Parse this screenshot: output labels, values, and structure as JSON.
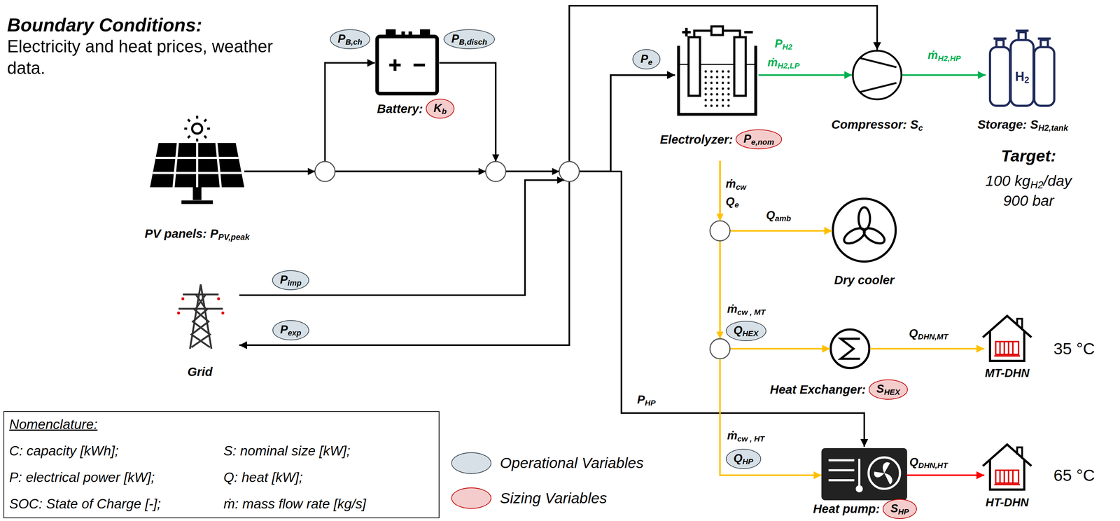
{
  "diagram": {
    "nodes": [
      {
        "text": [
          "PV panels: PPV,peak"
        ]
      },
      {
        "text": [
          "PB,ch"
        ]
      },
      {
        "text": [
          "Battery:"
        ]
      },
      {
        "text": [
          "Kb"
        ]
      },
      {
        "text": [
          "PB,disch"
        ]
      },
      {
        "text": [
          "Pe"
        ]
      },
      {
        "text": [
          "Electrolyzer:"
        ]
      },
      {
        "text": [
          "Pe,nom"
        ]
      },
      {
        "text": [
          "Compressor: Sc"
        ]
      },
      {
        "text": [
          "Storage: SH2,tank"
        ]
      },
      {
        "text": [
          "Pimp"
        ]
      },
      {
        "text": [
          "Pexp"
        ]
      },
      {
        "text": [
          "Grid"
        ]
      },
      {
        "text": [
          "Dry cooler"
        ]
      },
      {
        "text": [
          "QHEX"
        ]
      },
      {
        "text": [
          "Heat Exchanger:"
        ]
      },
      {
        "text": [
          "SHEX"
        ]
      },
      {
        "text": [
          "MT-DHN"
        ]
      },
      {
        "text": [
          "QHP"
        ]
      },
      {
        "text": [
          "Heat pump:"
        ]
      },
      {
        "text": [
          "SHP"
        ]
      },
      {
        "text": [
          "HT-DHN"
        ]
      },
      {
        "text": [
          "Nomenclature:",
          "C: capacity [kWh];",
          "S: nominal size [kW];",
          "P: electrical power [kW];",
          "Q: heat [kW];",
          "SOC: State of Charge [-];",
          "ṁ: mass flow rate [kg/s]"
        ]
      }
    ],
    "edges": [
      {
        "from": 0,
        "to": 2,
        "arrow": "to"
      },
      {
        "from": 0,
        "to": 6,
        "arrow": "to"
      },
      {
        "from": 2,
        "to": 6,
        "arrow": "to"
      },
      {
        "from": 12,
        "to": 6,
        "arrow": "to"
      },
      {
        "from": 0,
        "to": 12,
        "arrow": "to"
      },
      {
        "from": 0,
        "to": 8,
        "arrow": "to"
      },
      {
        "from": 0,
        "to": 19,
        "arrow": "to"
      },
      {
        "from": 6,
        "to": 8,
        "arrow": "to"
      },
      {
        "from": 8,
        "to": 9,
        "arrow": "to"
      },
      {
        "from": 6,
        "to": 13,
        "arrow": "to"
      },
      {
        "from": 6,
        "to": 15,
        "arrow": "to"
      },
      {
        "from": 6,
        "to": 19,
        "arrow": "to"
      },
      {
        "from": 15,
        "to": 17,
        "arrow": "to"
      },
      {
        "from": 19,
        "to": 21,
        "arrow": "to"
      }
    ],
    "labels": [
      "Boundary Conditions:",
      "Electricity and heat prices, weather data.",
      "PH2",
      "ṁH2,LP",
      "ṁH2,HP",
      "H2",
      "Target:",
      "100 kgH2/day",
      "900 bar",
      "ṁcw",
      "Qe",
      "Qamb",
      "ṁcw , MT",
      "QDHN,MT",
      "35 °C",
      "PHP",
      "ṁcw , HT",
      "QDHN,HT",
      "65 °C"
    ],
    "legend": [
      {
        "text": "Operational Variables",
        "color": "#d6e0e6"
      },
      {
        "text": "Sizing Variables",
        "color": "#f4cccc"
      }
    ]
  }
}
